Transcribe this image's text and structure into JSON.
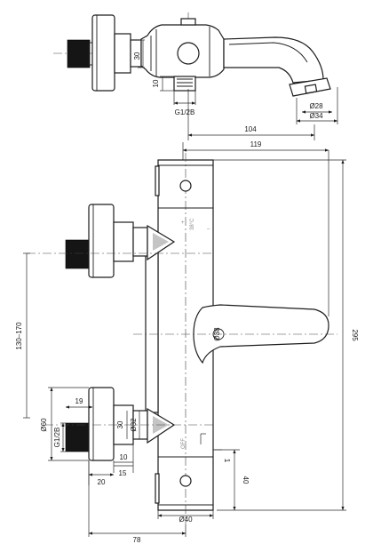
{
  "top_view": {
    "dims": {
      "d30": "30",
      "d10": "10",
      "thread": "G1/2B",
      "d104": "104",
      "dia28": "Ø28",
      "dia34": "Ø34"
    }
  },
  "front_view": {
    "dims": {
      "d119": "119",
      "d295": "295",
      "d130_170": "130–170",
      "dia38": "Ø38",
      "d19": "19",
      "dia60": "Ø60",
      "thread": "G1/2B",
      "d30": "30",
      "dia32": "Ø32",
      "d10": "10",
      "d15": "15",
      "d20": "20",
      "d1": "1",
      "d40": "40",
      "dia40": "Ø40",
      "d78": "78"
    },
    "markings": {
      "temp": "38°C",
      "plus": "+",
      "minus": "–",
      "off": "OFF"
    }
  }
}
